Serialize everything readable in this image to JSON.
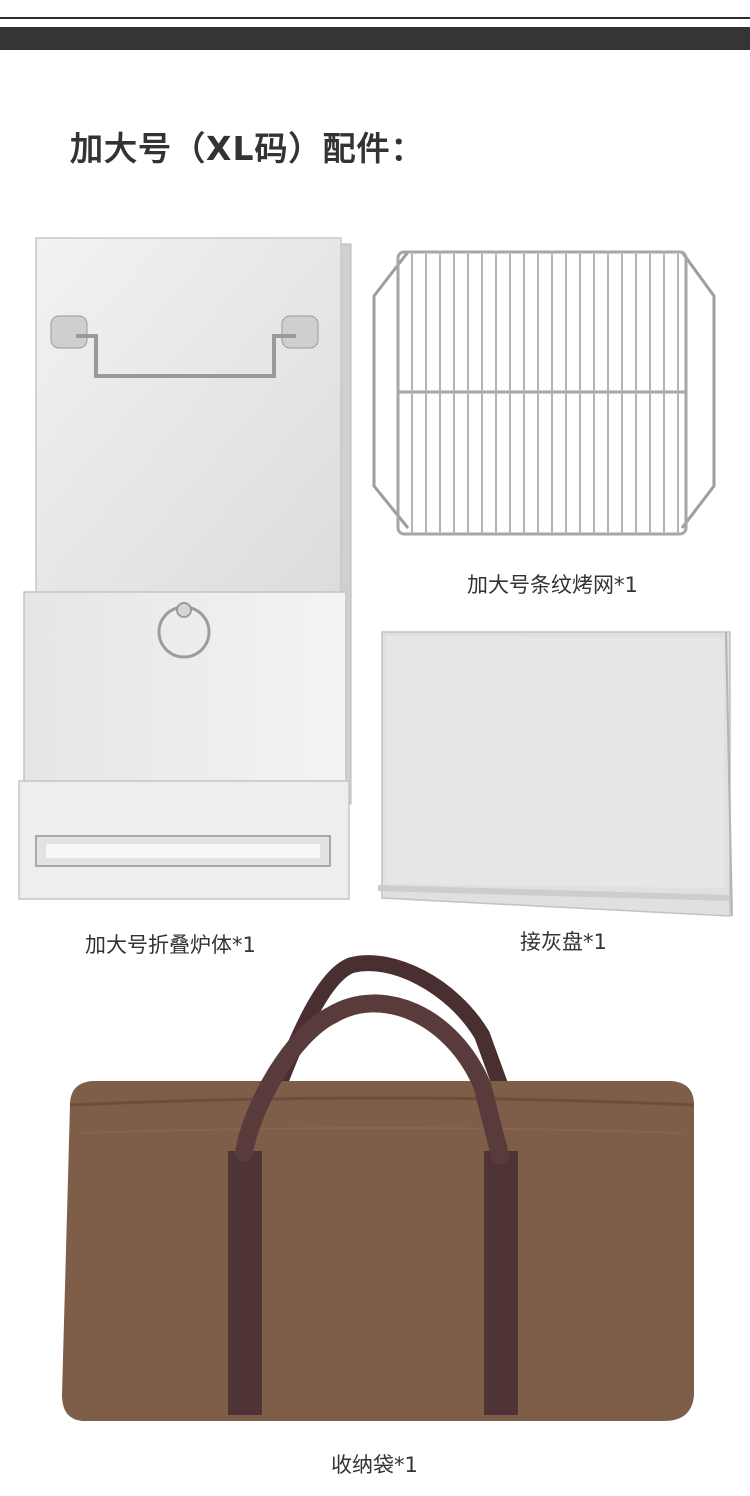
{
  "header": {
    "title": "加大号（XL码）配件："
  },
  "items": [
    {
      "label": "加大号折叠炉体*1",
      "icon": "folding-stove-icon"
    },
    {
      "label": "加大号条纹烤网*1",
      "icon": "grill-grate-icon"
    },
    {
      "label": "接灰盘*1",
      "icon": "ash-tray-icon"
    },
    {
      "label": "收纳袋*1",
      "icon": "storage-bag-icon"
    }
  ],
  "colors": {
    "bar": "#353535",
    "text": "#333333",
    "steel": "#e4e4e4",
    "bag": "#7e5d49",
    "strap": "#4f3436"
  }
}
